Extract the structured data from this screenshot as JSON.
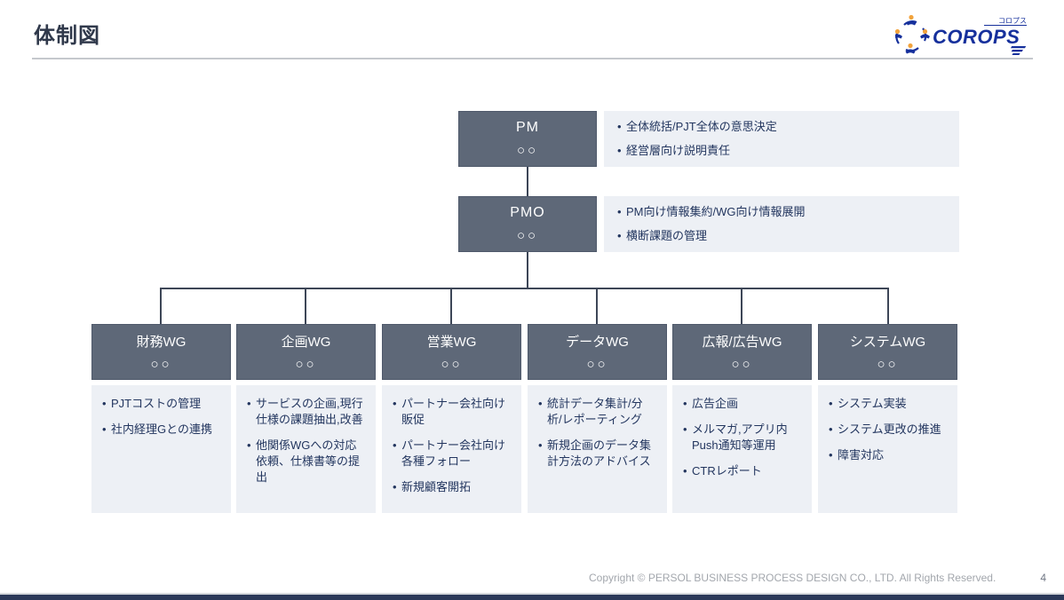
{
  "slide": {
    "title": "体制図",
    "footer_copyright": "Copyright © PERSOL BUSINESS PROCESS DESIGN CO., LTD. All Rights Reserved.",
    "page_number": "4"
  },
  "logo": {
    "brand": "COROPS",
    "ruby": "コロプス"
  },
  "colors": {
    "node_fill": "#5e6878",
    "node_text": "#ffffff",
    "panel_bg": "#edf0f5",
    "panel_text": "#23365f",
    "connector": "#3d4657",
    "brand_blue": "#16309c",
    "brand_orange": "#f2a33c",
    "footer_bar": "#2c3959"
  },
  "org": {
    "top_nodes": [
      {
        "title": "PM",
        "member": "○○",
        "notes": [
          "全体統括/PJT全体の意思決定",
          "経営層向け説明責任"
        ]
      },
      {
        "title": "PMO",
        "member": "○○",
        "notes": [
          "PM向け情報集約/WG向け情報展開",
          "横断課題の管理"
        ]
      }
    ],
    "working_groups": [
      {
        "title": "財務WG",
        "member": "○○",
        "tasks": [
          "PJTコストの管理",
          "社内経理Gとの連携"
        ]
      },
      {
        "title": "企画WG",
        "member": "○○",
        "tasks": [
          "サービスの企画,現行仕様の課題抽出,改善",
          "他関係WGへの対応依頼、仕様書等の提出"
        ]
      },
      {
        "title": "営業WG",
        "member": "○○",
        "tasks": [
          "パートナー会社向け販促",
          "パートナー会社向け各種フォロー",
          "新規顧客開拓"
        ]
      },
      {
        "title": "データWG",
        "member": "○○",
        "tasks": [
          "統計データ集計/分析/レポーティング",
          "新規企画のデータ集計方法のアドバイス"
        ]
      },
      {
        "title": "広報/広告WG",
        "member": "○○",
        "tasks": [
          "広告企画",
          "メルマガ,アプリ内Push通知等運用",
          "CTRレポート"
        ]
      },
      {
        "title": "システムWG",
        "member": "○○",
        "tasks": [
          "システム実装",
          "システム更改の推進",
          "障害対応"
        ]
      }
    ]
  }
}
